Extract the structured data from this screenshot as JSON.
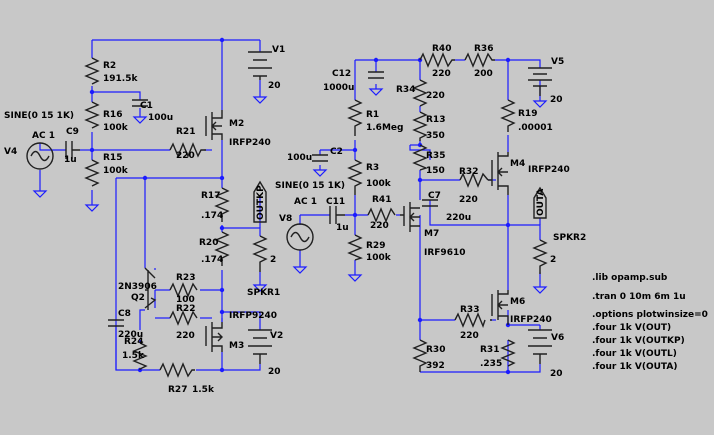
{
  "schematic": {
    "components": {
      "V1": {
        "name": "V1",
        "value": "20"
      },
      "R2": {
        "name": "R2",
        "value": "191.5k"
      },
      "R16": {
        "name": "R16",
        "value": "100k"
      },
      "C1": {
        "name": "C1",
        "value": "100u"
      },
      "C9": {
        "name": "C9",
        "value": "1u"
      },
      "V4": {
        "name": "V4",
        "value": "AC 1",
        "source": "SINE(0 15 1K)"
      },
      "R15": {
        "name": "R15",
        "value": "100k"
      },
      "R21": {
        "name": "R21",
        "value": "220"
      },
      "M2": {
        "name": "M2",
        "value": "IRFP240"
      },
      "R17": {
        "name": "R17",
        "value": ".174"
      },
      "R20": {
        "name": "R20",
        "value": ".174"
      },
      "Q2": {
        "name": "Q2",
        "value": "2N3906"
      },
      "R23": {
        "name": "R23",
        "value": "100"
      },
      "R22": {
        "name": "R22",
        "value": "220"
      },
      "C8": {
        "name": "C8",
        "value": "220u"
      },
      "R24": {
        "name": "R24",
        "value": "1.5k"
      },
      "M3": {
        "name": "M3",
        "value": "IRFP9240"
      },
      "V2": {
        "name": "V2",
        "value": "20"
      },
      "R27": {
        "name": "R27",
        "value": "1.5k"
      },
      "SPKR1": {
        "name": "SPKR1",
        "value": "2"
      },
      "C12": {
        "name": "C12",
        "value": "1000u"
      },
      "R1": {
        "name": "R1",
        "value": "1.6Meg"
      },
      "C2": {
        "name": "C2",
        "value": "100u"
      },
      "R3": {
        "name": "R3",
        "value": "100k"
      },
      "V8": {
        "name": "V8",
        "value": "AC 1",
        "source": "SINE(0 15 1K)"
      },
      "C11": {
        "name": "C11",
        "value": "1u"
      },
      "R41": {
        "name": "R41",
        "value": "220"
      },
      "R29": {
        "name": "R29",
        "value": "100k"
      },
      "M7": {
        "name": "M7",
        "value": "IRF9610"
      },
      "R40": {
        "name": "R40",
        "value": "220"
      },
      "R36": {
        "name": "R36",
        "value": "200"
      },
      "V5": {
        "name": "V5",
        "value": "20"
      },
      "R34": {
        "name": "R34",
        "value": "220"
      },
      "R13": {
        "name": "R13",
        "value": "350"
      },
      "R35": {
        "name": "R35",
        "value": "150"
      },
      "C7": {
        "name": "C7",
        "value": "220u"
      },
      "R32": {
        "name": "R32",
        "value": "220"
      },
      "R19": {
        "name": "R19",
        "value": ".00001"
      },
      "M4": {
        "name": "M4",
        "value": "IRFP240"
      },
      "SPKR2": {
        "name": "SPKR2",
        "value": "2"
      },
      "R33": {
        "name": "R33",
        "value": "220"
      },
      "M6": {
        "name": "M6",
        "value": "IRFP240"
      },
      "R30": {
        "name": "R30",
        "value": "392"
      },
      "R31": {
        "name": "R31",
        "value": ".235"
      },
      "V6": {
        "name": "V6",
        "value": "20"
      }
    },
    "net_labels": {
      "outkp": "OUTKP",
      "outa": "OUTA"
    },
    "directives": [
      ".lib opamp.sub",
      ".tran 0 10m 6m 1u",
      ".options plotwinsize=0",
      ".four 1k V(OUT)",
      ".four 1k V(OUTKP)",
      ".four 1k V(OUTL)",
      ".four 1k V(OUTA)"
    ]
  }
}
